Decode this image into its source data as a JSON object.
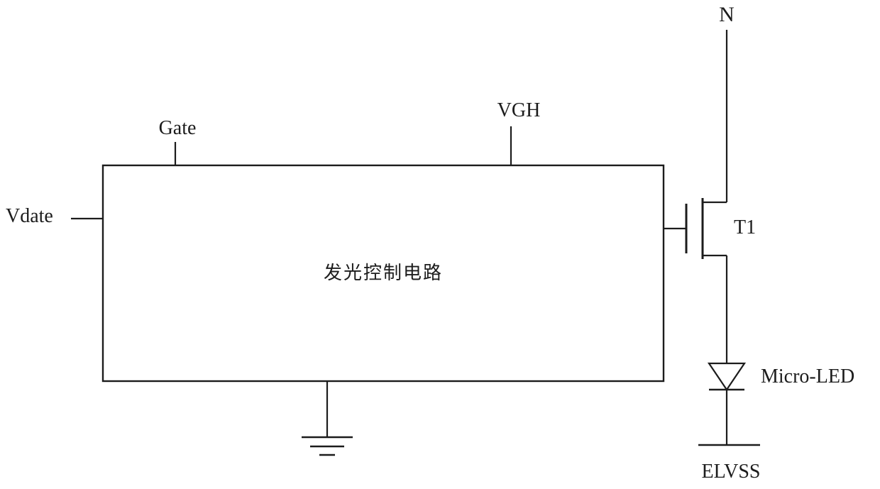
{
  "diagram": {
    "type": "circuit-schematic",
    "labels": {
      "n_node": "N",
      "vgh": "VGH",
      "gate": "Gate",
      "vdate": "Vdate",
      "transistor": "T1",
      "control_box": "发光控制电路",
      "led": "Micro-LED",
      "elvss": "ELVSS"
    },
    "colors": {
      "line": "#1c1c1c",
      "background": "#ffffff"
    }
  }
}
